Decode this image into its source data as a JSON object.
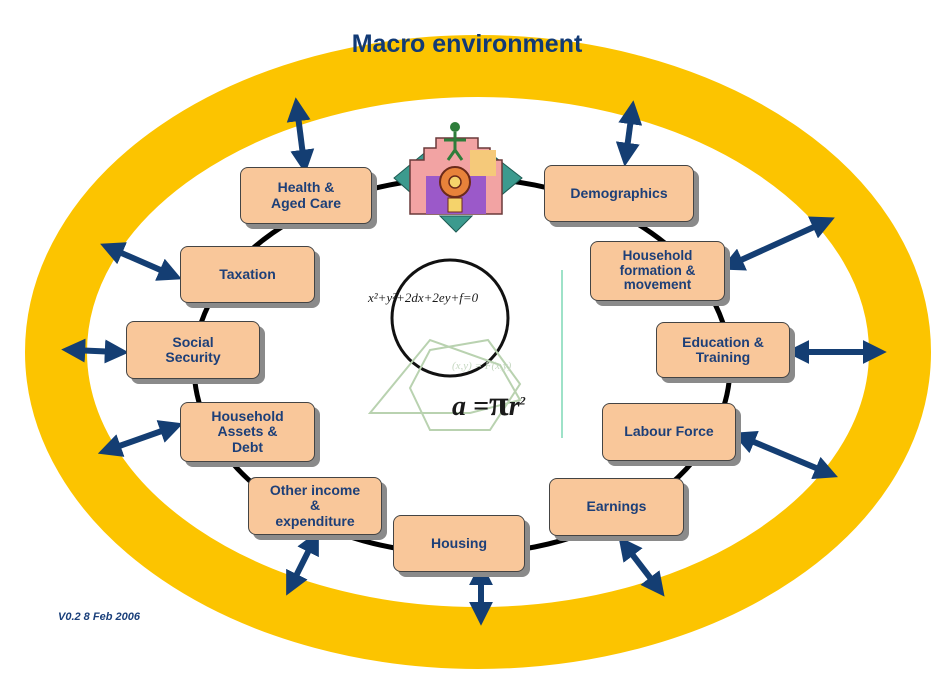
{
  "title": "Macro environment",
  "version": "V0.2 8 Feb 2006",
  "nodes": {
    "health": "Health &\nAged Care",
    "demographics": "Demographics",
    "taxation": "Taxation",
    "household_formation": "Household\nformation &\nmovement",
    "social_security": "Social\nSecurity",
    "education": "Education &\nTraining",
    "household_assets": "Household\nAssets &\nDebt",
    "labour_force": "Labour Force",
    "other_income": "Other income\n&\nexpenditure",
    "earnings": "Earnings",
    "housing": "Housing"
  },
  "formulas": {
    "conic": "x²+y²+2dx+2ey+f=0",
    "mapping": "(x,y) = F(x,y)",
    "area_lhs": "a =",
    "area_pi": "π",
    "area_rhs": "r",
    "area_exp": "2"
  },
  "colors": {
    "ring": "#fcc400",
    "node_fill": "#f9c79a",
    "arrow": "#143e73",
    "title": "#123a75"
  },
  "icons": [
    "bidirectional-arrow-icon",
    "logo-emblem-icon",
    "math-formula-icon"
  ]
}
